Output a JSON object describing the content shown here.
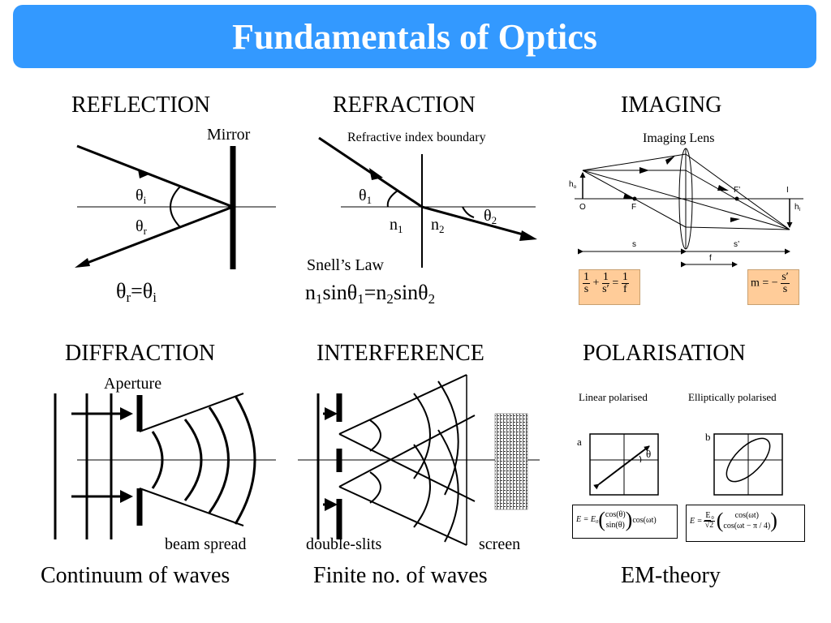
{
  "title": "Fundamentals of Optics",
  "reflection": {
    "heading": "REFLECTION",
    "mirror_label": "Mirror",
    "theta_i": "θ",
    "theta_i_sub": "i",
    "theta_r": "θ",
    "theta_r_sub": "r",
    "law_a": "θ",
    "law_a_sub": "r",
    "law_eq": "=θ",
    "law_b_sub": "i"
  },
  "refraction": {
    "heading": "REFRACTION",
    "boundary_label": "Refractive index boundary",
    "theta1": "θ",
    "theta1_sub": "1",
    "theta2": "θ",
    "theta2_sub": "2",
    "n1": "n",
    "n1_sub": "1",
    "n2": "n",
    "n2_sub": "2",
    "law_title": "Snell’s Law",
    "law_p1": "n",
    "law_p1_sub": "1",
    "law_p2": "sinθ",
    "law_p2_sub": "1",
    "law_p3": "=n",
    "law_p3_sub": "2",
    "law_p4": "sinθ",
    "law_p4_sub": "2"
  },
  "imaging": {
    "heading": "IMAGING",
    "lens_label": "Imaging Lens",
    "ho": "h",
    "ho_sub": "o",
    "hi": "h",
    "hi_sub": "I",
    "O": "O",
    "F": "F",
    "F_prime": "F’",
    "I": "I",
    "s": "s",
    "s_prime": "s’",
    "f": "f",
    "lens_eq_num1": "1",
    "lens_eq_den1": "s",
    "lens_eq_plus": "+",
    "lens_eq_num2": "1",
    "lens_eq_den2": "s′",
    "lens_eq_equals": "=",
    "lens_eq_num3": "1",
    "lens_eq_den3": "f",
    "mag_lhs": "m = −",
    "mag_num": "s′",
    "mag_den": "s"
  },
  "diffraction": {
    "heading": "DIFFRACTION",
    "aperture_label": "Aperture",
    "beam_label": "beam spread",
    "caption": "Continuum of waves"
  },
  "interference": {
    "heading": "INTERFERENCE",
    "slits_label": "double-slits",
    "screen_label": "screen",
    "caption": "Finite no. of waves"
  },
  "polarisation": {
    "heading": "POLARISATION",
    "linear_label": "Linear polarised",
    "elliptical_label": "Elliptically polarised",
    "a_label": "a",
    "b_label": "b",
    "theta": "θ",
    "eq_a_lhs": "E = E",
    "eq_a_lhs_sub": "0",
    "eq_a_top": "cos(θ)",
    "eq_a_bot": "sin(θ)",
    "eq_a_rhs": "cos(ωt)",
    "eq_b_lhs": "E =",
    "eq_b_num": "E",
    "eq_b_num_sub": "0",
    "eq_b_den": "√2",
    "eq_b_top": "cos(ωt)",
    "eq_b_bot": "cos(ωt − π / 4)",
    "caption": "EM-theory"
  },
  "colors": {
    "title_bg": "#3399ff",
    "formula_bg": "#ffcc99"
  }
}
